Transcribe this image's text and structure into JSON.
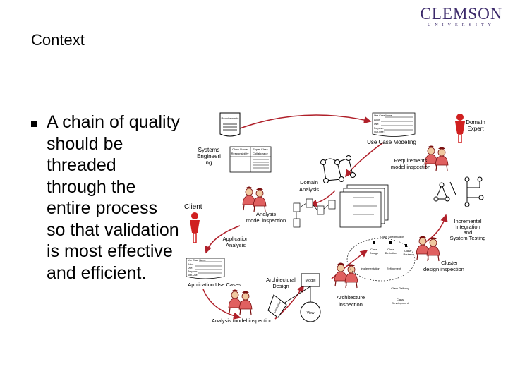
{
  "slide": {
    "title": "Context",
    "bullet_text": "A chain of quality should be threaded through the entire process so that validation is most effective and efficient."
  },
  "logo": {
    "name": "CLEMSON",
    "subtitle": "UNIVERSITY"
  },
  "diagram": {
    "requirements_doc": "Requirements",
    "systems_engineering": [
      "Systems",
      "Engineeri",
      "ng"
    ],
    "class_card": [
      "Class Name",
      "Responsibility",
      "Super Class",
      "Collaborator"
    ],
    "client": "Client",
    "use_case_doc": [
      "Use Case Name",
      "Actor",
      "Use:",
      "Purpose:",
      "Sub-Use:"
    ],
    "use_case_modeling": "Use Case Modeling",
    "domain_expert": [
      "Domain",
      "Expert"
    ],
    "requirements_model_inspection": [
      "Requirements",
      "model inspection"
    ],
    "domain_analysis": [
      "Domain",
      "Analysis"
    ],
    "analysis_model_inspection": [
      "Analysis",
      "model inspection"
    ],
    "application_analysis": [
      "Application",
      "Analysis"
    ],
    "application_use_cases": "Application Use Cases",
    "architectural_design": [
      "Architectural",
      "Design"
    ],
    "model": "Model",
    "view": "View",
    "controller": "Controller",
    "architecture_inspection": [
      "Architecture",
      "inspection"
    ],
    "analysis_model_inspection_2": "Analysis model inspection",
    "class_specification": "Class Specification",
    "class_design": [
      "Class",
      "Design"
    ],
    "class_definition": [
      "Class",
      "Definition"
    ],
    "class_review": [
      "Class",
      "Review"
    ],
    "implementation": "Implementation",
    "refinement": "Refinement",
    "class_delivery": "Class Delivery",
    "class_development": [
      "Class",
      "Development"
    ],
    "cluster_design_inspection": [
      "Cluster",
      "design inspection"
    ],
    "incremental_testing": [
      "Incremental",
      "Integration",
      "and",
      "System Testing"
    ]
  }
}
